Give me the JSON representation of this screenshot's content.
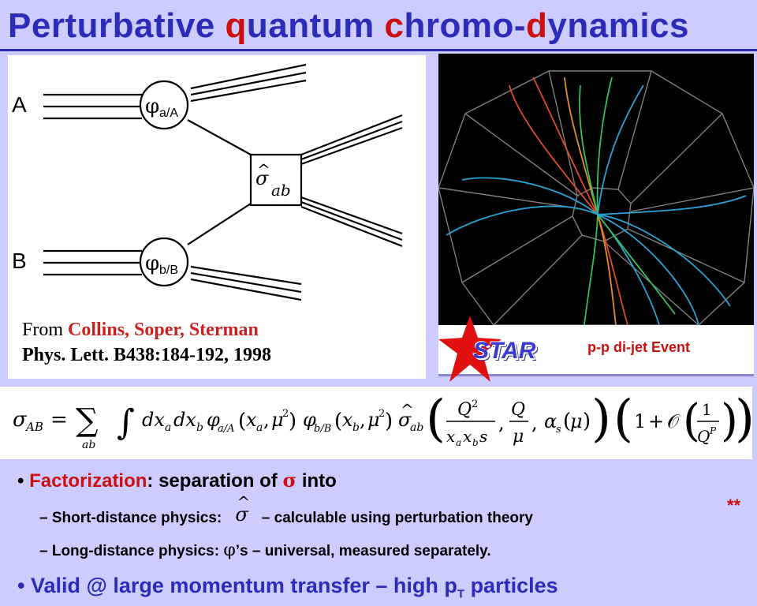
{
  "slide": {
    "title_parts": [
      "Perturbative ",
      "q",
      "uantum ",
      "c",
      "hromo-",
      "d",
      "ynamics"
    ]
  },
  "diagram": {
    "label_a": "A",
    "label_b": "B",
    "blob_a": {
      "phi": "φ",
      "sub": "a/A"
    },
    "blob_b": {
      "phi": "φ",
      "sub": "b/B"
    },
    "hard_box": {
      "sigma": "σ",
      "hat": "^",
      "sub": "ab"
    }
  },
  "citation": {
    "from": "From ",
    "authors": "Collins, Soper, Sterman",
    "reference": "Phys. Lett. B438:184-192, 1998"
  },
  "event": {
    "logo_text": "STAR",
    "caption": "p-p di-jet Event",
    "colors": {
      "frame": "#7f7f7f",
      "track_blue": "#2aa3d8",
      "track_red": "#e04a2a",
      "track_green": "#34c060",
      "track_orange": "#e0902a"
    }
  },
  "formula": {
    "lhs": "σ",
    "lhs_sub": "AB",
    "equals": "=",
    "sum": "∑",
    "sum_sub": "ab",
    "integral": "∫",
    "measure": "dx",
    "sub_a": "a",
    "sub_b": "b",
    "phi": "φ",
    "pdf_a_sub": "a/A",
    "pdf_b_sub": "b/B",
    "x": "x",
    "mu2": "μ",
    "sq": "2",
    "sigma_hat": "σ",
    "hat": "^",
    "Q": "Q",
    "mu": "μ",
    "alpha": "α",
    "alpha_sub": "s",
    "xaxbs": "x",
    "s": "s",
    "one": "1",
    "plus": "+",
    "big_o": "𝒪",
    "P": "P",
    "comma": ",",
    "lparen": "(",
    "rparen": ")"
  },
  "bullets": {
    "b1_dot": "•",
    "b1_highlight": "Factorization",
    "b1_rest": ": separation of ",
    "b1_sigma": "σ",
    "b1_end": " into",
    "sub1_prefix": "– Short-distance physics:",
    "sub1_sigma": "σ",
    "sub1_hat": "^",
    "sub1_rest": "– calculable using perturbation theory",
    "sub1_mark": "**",
    "sub2_prefix": "– Long-distance physics: ",
    "sub2_phi": "φ",
    "sub2_rest": "’s – universal, measured separately.",
    "b2_dot": "•",
    "b2_text": " Valid @ large momentum transfer – high p",
    "b2_sub": "T",
    "b2_end": " particles"
  }
}
